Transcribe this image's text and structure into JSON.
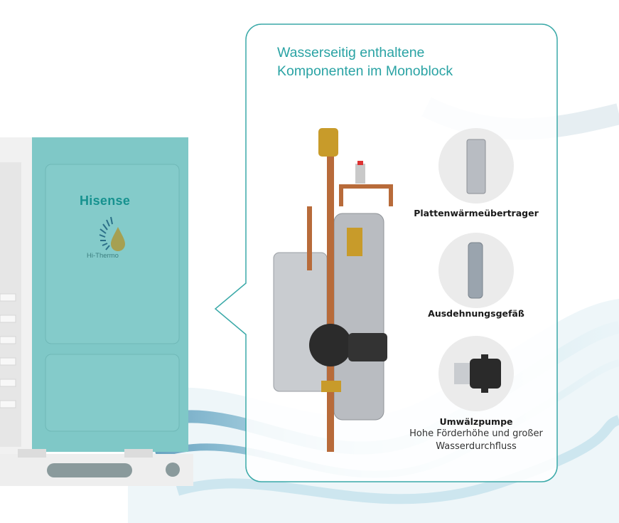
{
  "panel": {
    "title_line1": "Wasserseitig enthaltene",
    "title_line2": "Komponenten im Monoblock"
  },
  "unit": {
    "brand": "Hisense",
    "product_line": "Hi-Thermo"
  },
  "components": [
    {
      "label": "Plattenwärmeübertrager"
    },
    {
      "label": "Ausdehnungsgefäß"
    },
    {
      "label": "Umwälzpumpe",
      "description_line1": "Hohe Förderhöhe und großer",
      "description_line2": "Wasserdurchfluss"
    }
  ],
  "colors": {
    "accent": "#2aa3a4",
    "unit_body": "#7fc8c7",
    "circle_bg": "#ebebeb"
  }
}
